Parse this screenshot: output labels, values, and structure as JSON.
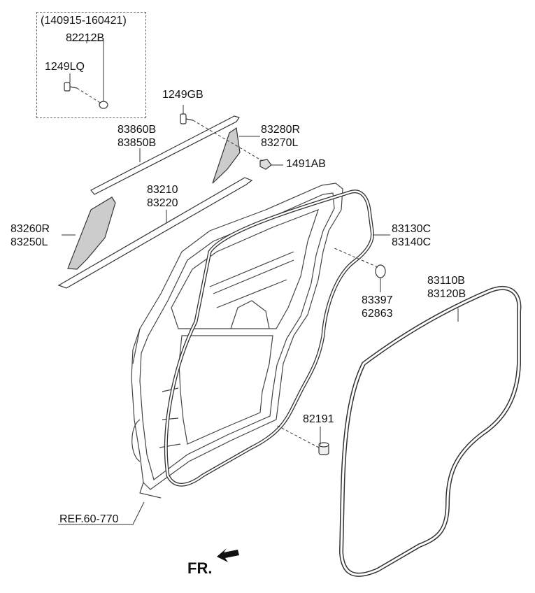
{
  "optional_box": {
    "date_range": "(140915-160421)",
    "part_a": "82212B",
    "part_b": "1249LQ"
  },
  "parts": {
    "bolt_top": "1249GB",
    "molding_outer_1": "83860B",
    "molding_outer_2": "83850B",
    "garnish_rear_1": "83280R",
    "garnish_rear_2": "83270L",
    "clip": "1491AB",
    "belt_1": "83210",
    "belt_2": "83220",
    "garnish_front_1": "83260R",
    "garnish_front_2": "83250L",
    "door_seal_1": "83130C",
    "door_seal_2": "83140C",
    "plug_1": "83397",
    "plug_2": "62863",
    "body_seal_1": "83110B",
    "body_seal_2": "83120B",
    "bumper": "82191",
    "reference": "REF.60-770",
    "front_indicator": "FR."
  }
}
